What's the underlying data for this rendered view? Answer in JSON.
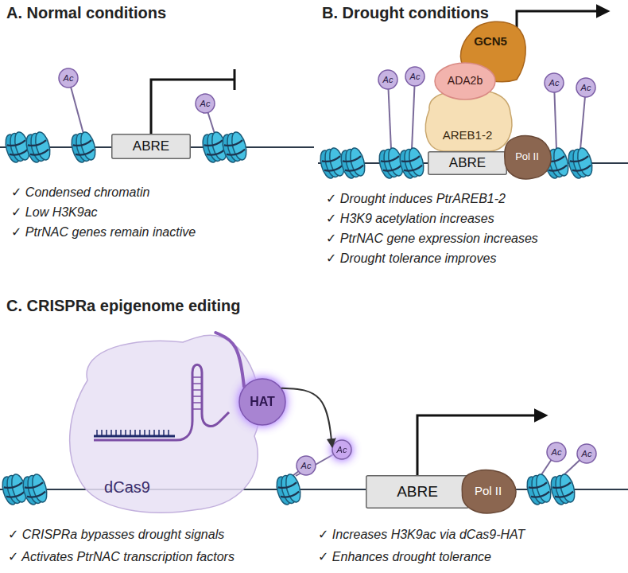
{
  "diagram": {
    "nodes": [
      {
        "text": [
          "Ac"
        ]
      },
      {
        "text": [
          "ABRE"
        ]
      },
      {
        "text": [
          "Ac"
        ]
      },
      {
        "text": [
          "GCN5"
        ]
      },
      {
        "text": [
          "ADA2b"
        ]
      },
      {
        "text": [
          "AREB1-2"
        ]
      },
      {
        "text": [
          "Ac"
        ]
      },
      {
        "text": [
          "Ac"
        ]
      },
      {
        "text": [
          "Ac"
        ]
      },
      {
        "text": [
          "Ac"
        ]
      },
      {
        "text": [
          "ABRE"
        ]
      },
      {
        "text": [
          "Pol II"
        ]
      },
      {
        "text": [
          "dCas9"
        ]
      },
      {
        "text": [
          "HAT"
        ]
      },
      {
        "text": [
          "Ac"
        ]
      },
      {
        "text": [
          "Ac"
        ]
      },
      {
        "text": [
          "ABRE"
        ]
      },
      {
        "text": [
          "Pol II"
        ]
      },
      {
        "text": [
          "Ac"
        ]
      },
      {
        "text": [
          "Ac"
        ]
      }
    ],
    "edges": [
      {
        "from": 12,
        "to": 13,
        "arrow": "none"
      },
      {
        "from": 13,
        "to": 15,
        "arrow": "to"
      }
    ],
    "labels": [
      "A. Normal conditions",
      "✓ Condensed chromatin",
      "✓ Low H3K9ac",
      "✓ PtrNAC genes remain inactive",
      "B. Drought conditions",
      "✓ Drought induces PtrAREB1-2",
      "✓ H3K9 acetylation increases",
      "✓ PtrNAC gene expression increases",
      "✓ Drought tolerance improves",
      "C. CRISPRa epigenome editing",
      "✓ CRISPRa bypasses drought signals",
      "✓ Activates PtrNAC transcription factors",
      "✓ Increases H3K9ac via dCas9-HAT",
      "✓ Enhances drought tolerance"
    ]
  }
}
